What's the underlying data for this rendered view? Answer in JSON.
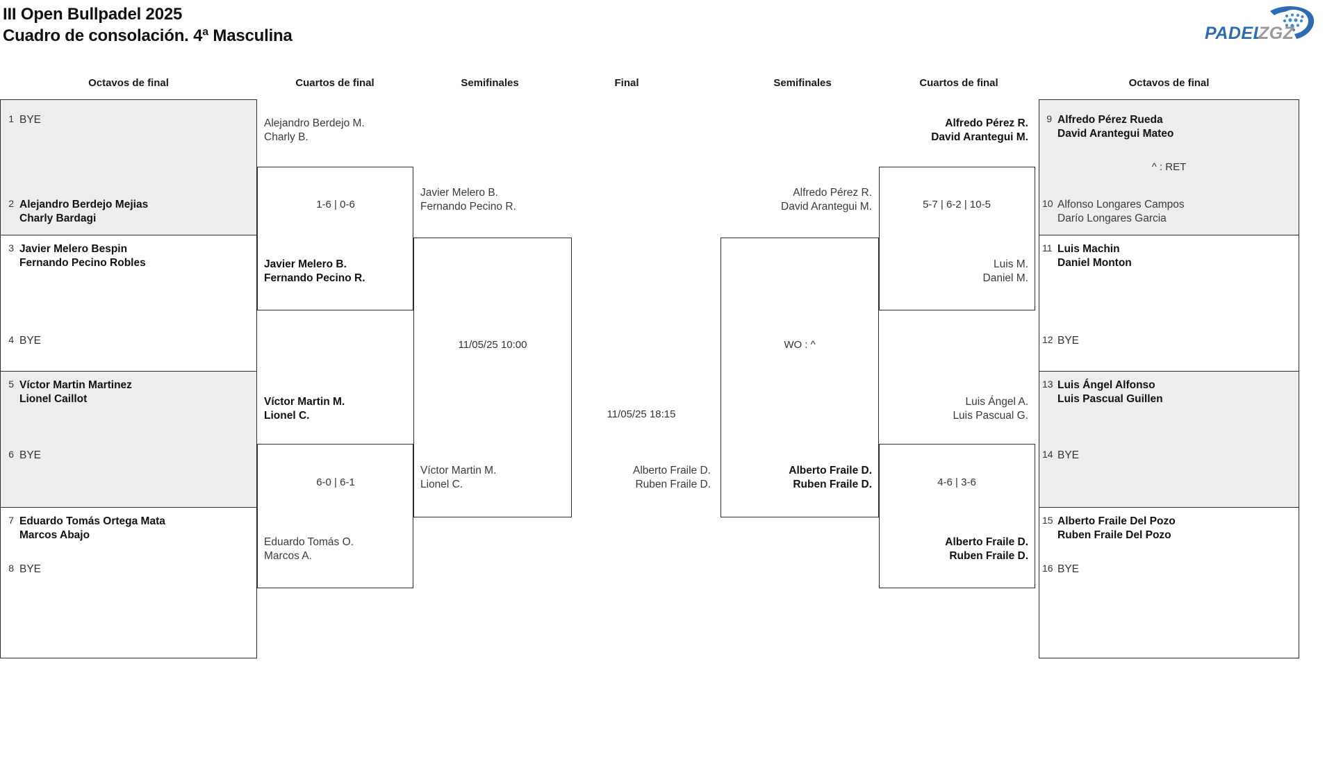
{
  "header": {
    "title_line1": "III Open Bullpadel 2025",
    "title_line2": "Cuadro de consolación. 4ª Masculina",
    "logo_padel": "PADEL",
    "logo_zgz": "ZGZ",
    "logo_name": "padelzgz-logo",
    "brand_blue": "#2b6cb5",
    "brand_gray": "#9a9a9a"
  },
  "round_headers": {
    "left_r16": "Octavos de final",
    "left_qf": "Cuartos de final",
    "left_sf": "Semifinales",
    "final": "Final",
    "right_sf": "Semifinales",
    "right_qf": "Cuartos de final",
    "right_r16": "Octavos de final"
  },
  "left_r16": [
    {
      "seed": "1",
      "line1": "BYE",
      "line2": "",
      "bold": false,
      "bye": true,
      "shaded": true
    },
    {
      "seed": "2",
      "line1": "Alejandro Berdejo Mejias",
      "line2": "Charly Bardagi",
      "bold": true,
      "bye": false,
      "shaded": true
    },
    {
      "seed": "3",
      "line1": "Javier Melero Bespin",
      "line2": "Fernando Pecino Robles",
      "bold": true,
      "bye": false,
      "shaded": false
    },
    {
      "seed": "4",
      "line1": "BYE",
      "line2": "",
      "bold": false,
      "bye": true,
      "shaded": false
    },
    {
      "seed": "5",
      "line1": "Víctor Martin Martinez",
      "line2": "Lionel Caillot",
      "bold": true,
      "bye": false,
      "shaded": true
    },
    {
      "seed": "6",
      "line1": "BYE",
      "line2": "",
      "bold": false,
      "bye": true,
      "shaded": true
    },
    {
      "seed": "7",
      "line1": "Eduardo Tomás Ortega Mata",
      "line2": "Marcos Abajo",
      "bold": true,
      "bye": false,
      "shaded": false
    },
    {
      "seed": "8",
      "line1": "BYE",
      "line2": "",
      "bold": false,
      "bye": true,
      "shaded": false
    }
  ],
  "right_r16": [
    {
      "seed": "9",
      "line1": "Alfredo Pérez Rueda",
      "line2": "David Arantegui Mateo",
      "bold": true,
      "bye": false,
      "shaded": true
    },
    {
      "seed": "10",
      "line1": "Alfonso Longares Campos",
      "line2": "Darío Longares Garcia",
      "bold": false,
      "bye": false,
      "shaded": true
    },
    {
      "seed": "11",
      "line1": "Luis Machin",
      "line2": "Daniel Monton",
      "bold": true,
      "bye": false,
      "shaded": false
    },
    {
      "seed": "12",
      "line1": "BYE",
      "line2": "",
      "bold": false,
      "bye": true,
      "shaded": false
    },
    {
      "seed": "13",
      "line1": "Luis Ángel Alfonso",
      "line2": "Luis Pascual Guillen",
      "bold": true,
      "bye": false,
      "shaded": true
    },
    {
      "seed": "14",
      "line1": "BYE",
      "line2": "",
      "bold": false,
      "bye": true,
      "shaded": true
    },
    {
      "seed": "15",
      "line1": "Alberto Fraile Del Pozo",
      "line2": "Ruben Fraile Del Pozo",
      "bold": true,
      "bye": false,
      "shaded": false
    },
    {
      "seed": "16",
      "line1": "BYE",
      "line2": "",
      "bold": false,
      "bye": true,
      "shaded": false
    }
  ],
  "left_qf": [
    {
      "line1": "Alejandro Berdejo M.",
      "line2": "Charly B.",
      "bold": false
    },
    {
      "line1": "Javier Melero B.",
      "line2": "Fernando Pecino R.",
      "bold": true
    },
    {
      "line1": "Víctor Martin M.",
      "line2": "Lionel C.",
      "bold": true
    },
    {
      "line1": "Eduardo Tomás O.",
      "line2": "Marcos A.",
      "bold": false
    }
  ],
  "left_qf_scores": [
    "1-6 | 0-6",
    "6-0 | 6-1"
  ],
  "left_sf": [
    {
      "line1": "Javier Melero B.",
      "line2": "Fernando Pecino R.",
      "bold": false
    },
    {
      "line1": "Víctor Martin M.",
      "line2": "Lionel C.",
      "bold": false
    }
  ],
  "left_sf_schedule": "11/05/25 10:00",
  "final": {
    "schedule": "11/05/25 18:15",
    "left_entry": {
      "line1": "Alberto Fraile D.",
      "line2": "Ruben Fraile D.",
      "bold": false
    }
  },
  "right_sf": [
    {
      "line1": "Alfredo Pérez R.",
      "line2": "David Arantegui M.",
      "bold": false
    },
    {
      "line1": "Alberto Fraile D.",
      "line2": "Ruben Fraile D.",
      "bold": true
    }
  ],
  "right_sf_score": "WO : ^",
  "right_qf": [
    {
      "line1": "Alfredo Pérez R.",
      "line2": "David Arantegui M.",
      "bold": true
    },
    {
      "line1": "Luis M.",
      "line2": "Daniel M.",
      "bold": false
    },
    {
      "line1": "Luis Ángel A.",
      "line2": "Luis Pascual G.",
      "bold": false
    },
    {
      "line1": "Alberto Fraile D.",
      "line2": "Ruben Fraile D.",
      "bold": true
    }
  ],
  "right_qf_scores": [
    "5-7 | 6-2 | 10-5",
    "4-6 | 3-6"
  ],
  "right_r16_score": "^ : RET"
}
